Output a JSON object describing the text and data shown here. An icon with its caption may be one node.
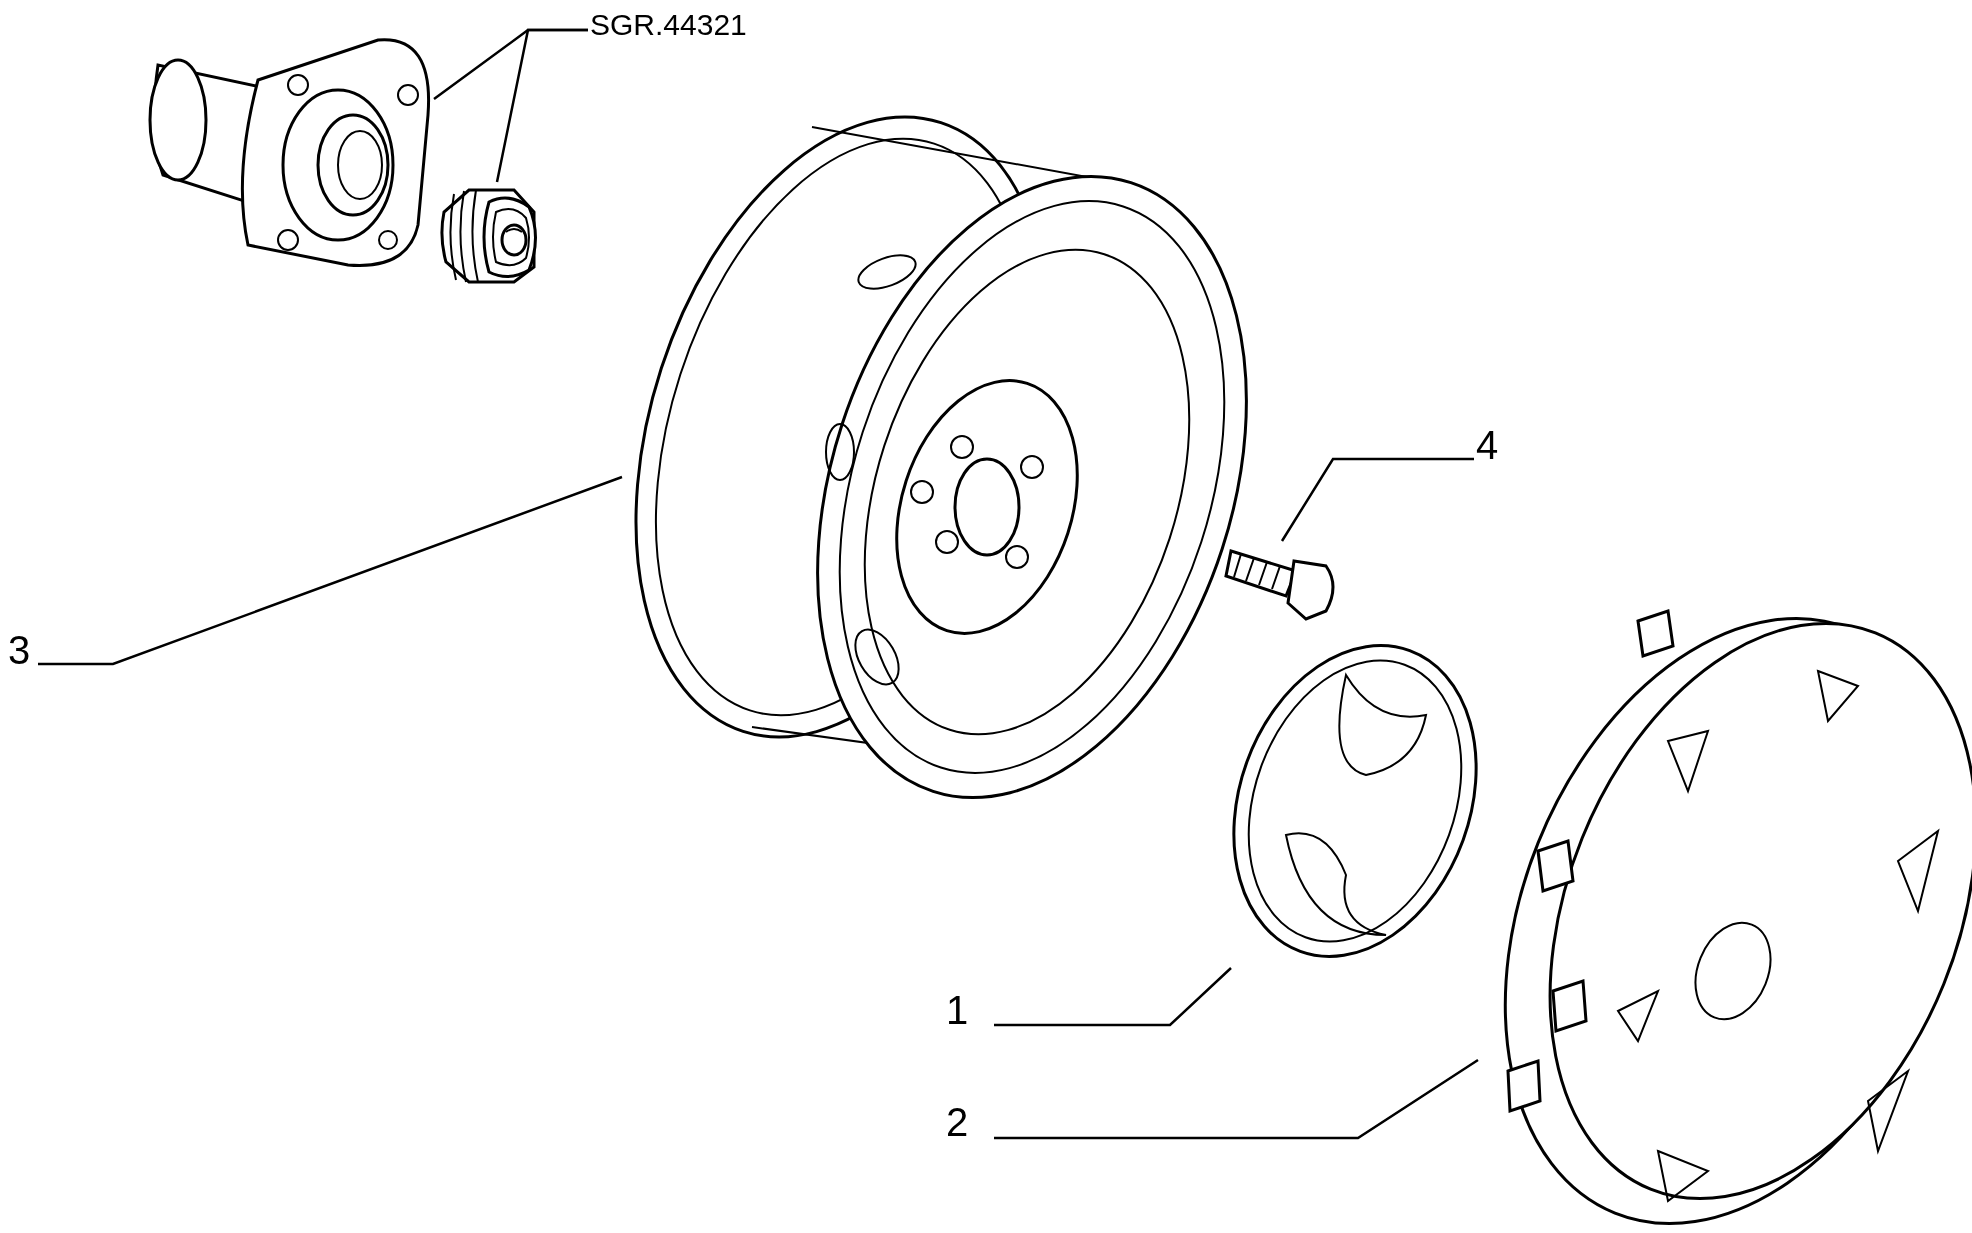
{
  "diagram": {
    "nodes": [
      {
        "text": [
          "SGR.44321"
        ]
      },
      {
        "text": [],
        "shape": "picture"
      },
      {
        "text": [],
        "shape": "picture"
      },
      {
        "text": [
          "3"
        ]
      },
      {
        "text": [],
        "shape": "picture"
      },
      {
        "text": [
          "4"
        ]
      },
      {
        "text": [],
        "shape": "picture"
      },
      {
        "text": [
          "1"
        ]
      },
      {
        "text": [],
        "shape": "picture"
      },
      {
        "text": [
          "2"
        ]
      },
      {
        "text": [],
        "shape": "picture"
      }
    ],
    "edges": [
      {
        "from": 0,
        "to": 1,
        "arrow": "none"
      },
      {
        "from": 0,
        "to": 2,
        "arrow": "none"
      },
      {
        "from": 3,
        "to": 4,
        "arrow": "none"
      },
      {
        "from": 5,
        "to": 6,
        "arrow": "none"
      },
      {
        "from": 7,
        "to": 8,
        "arrow": "none"
      },
      {
        "from": 9,
        "to": 10,
        "arrow": "none"
      }
    ]
  }
}
